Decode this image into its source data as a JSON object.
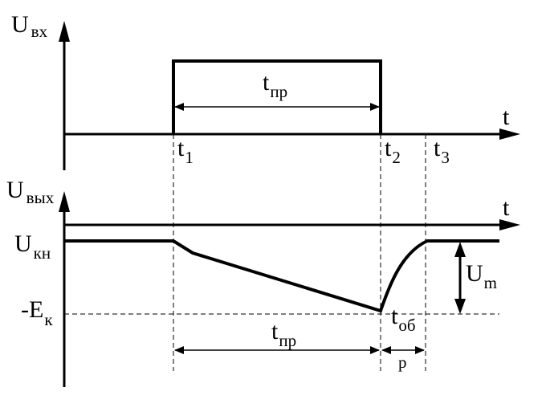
{
  "top_axis": {
    "y_label": "U",
    "y_label_sub": "вх",
    "x_label": "t"
  },
  "bottom_axis": {
    "y_label": "U",
    "y_label_sub": "вых",
    "x_label": "t"
  },
  "time_marks": {
    "t1": {
      "main": "t",
      "sub": "1"
    },
    "t2": {
      "main": "t",
      "sub": "2"
    },
    "t3": {
      "main": "t",
      "sub": "3"
    }
  },
  "pulse_width": {
    "main": "t",
    "sub": "пр"
  },
  "output_width": {
    "main": "t",
    "sub": "пр"
  },
  "recovery": {
    "main": "t",
    "sub": "об",
    "extra": "p"
  },
  "levels": {
    "ukn": {
      "main": "U",
      "sub": "кн"
    },
    "ek": {
      "main": "-E",
      "sub": "к"
    },
    "um": {
      "main": "U",
      "sub": "m"
    }
  },
  "colors": {
    "line": "#000000",
    "background": "#ffffff"
  }
}
